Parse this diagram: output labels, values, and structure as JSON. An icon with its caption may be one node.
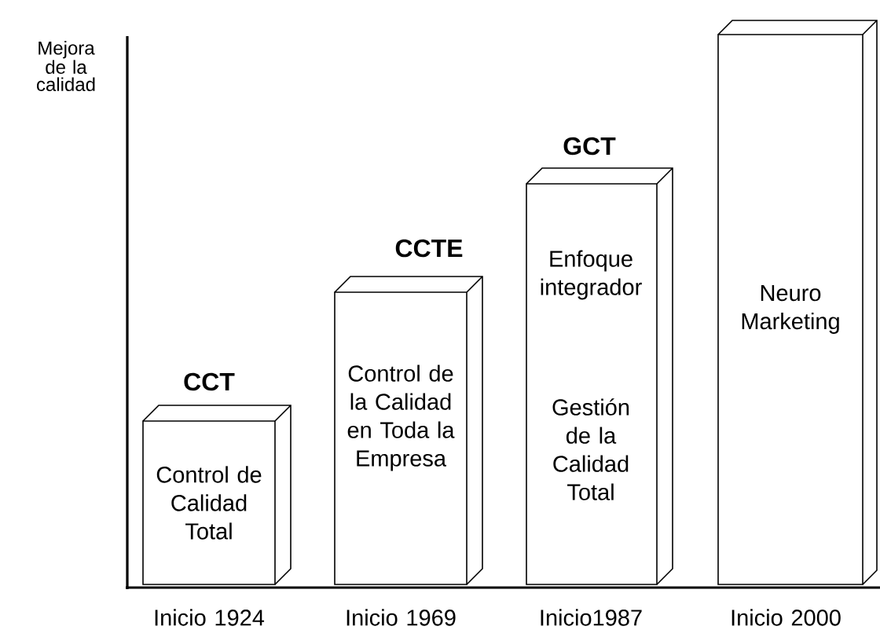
{
  "diagram": {
    "nodes": [
      {
        "text": [
          "CCT",
          "Control de Calidad Total"
        ]
      },
      {
        "text": [
          "CCTE",
          "Control de la Calidad en Toda la Empresa"
        ]
      },
      {
        "text": [
          "GCT",
          "Enfoque integrador",
          "Gestión de la Calidad Total"
        ]
      },
      {
        "text": [
          "Neuro Marketing"
        ]
      }
    ],
    "labels": [
      "Mejora de la calidad",
      "Inicio 1924",
      "Inicio 1969",
      "Inicio1987",
      "Inicio 2000"
    ]
  }
}
